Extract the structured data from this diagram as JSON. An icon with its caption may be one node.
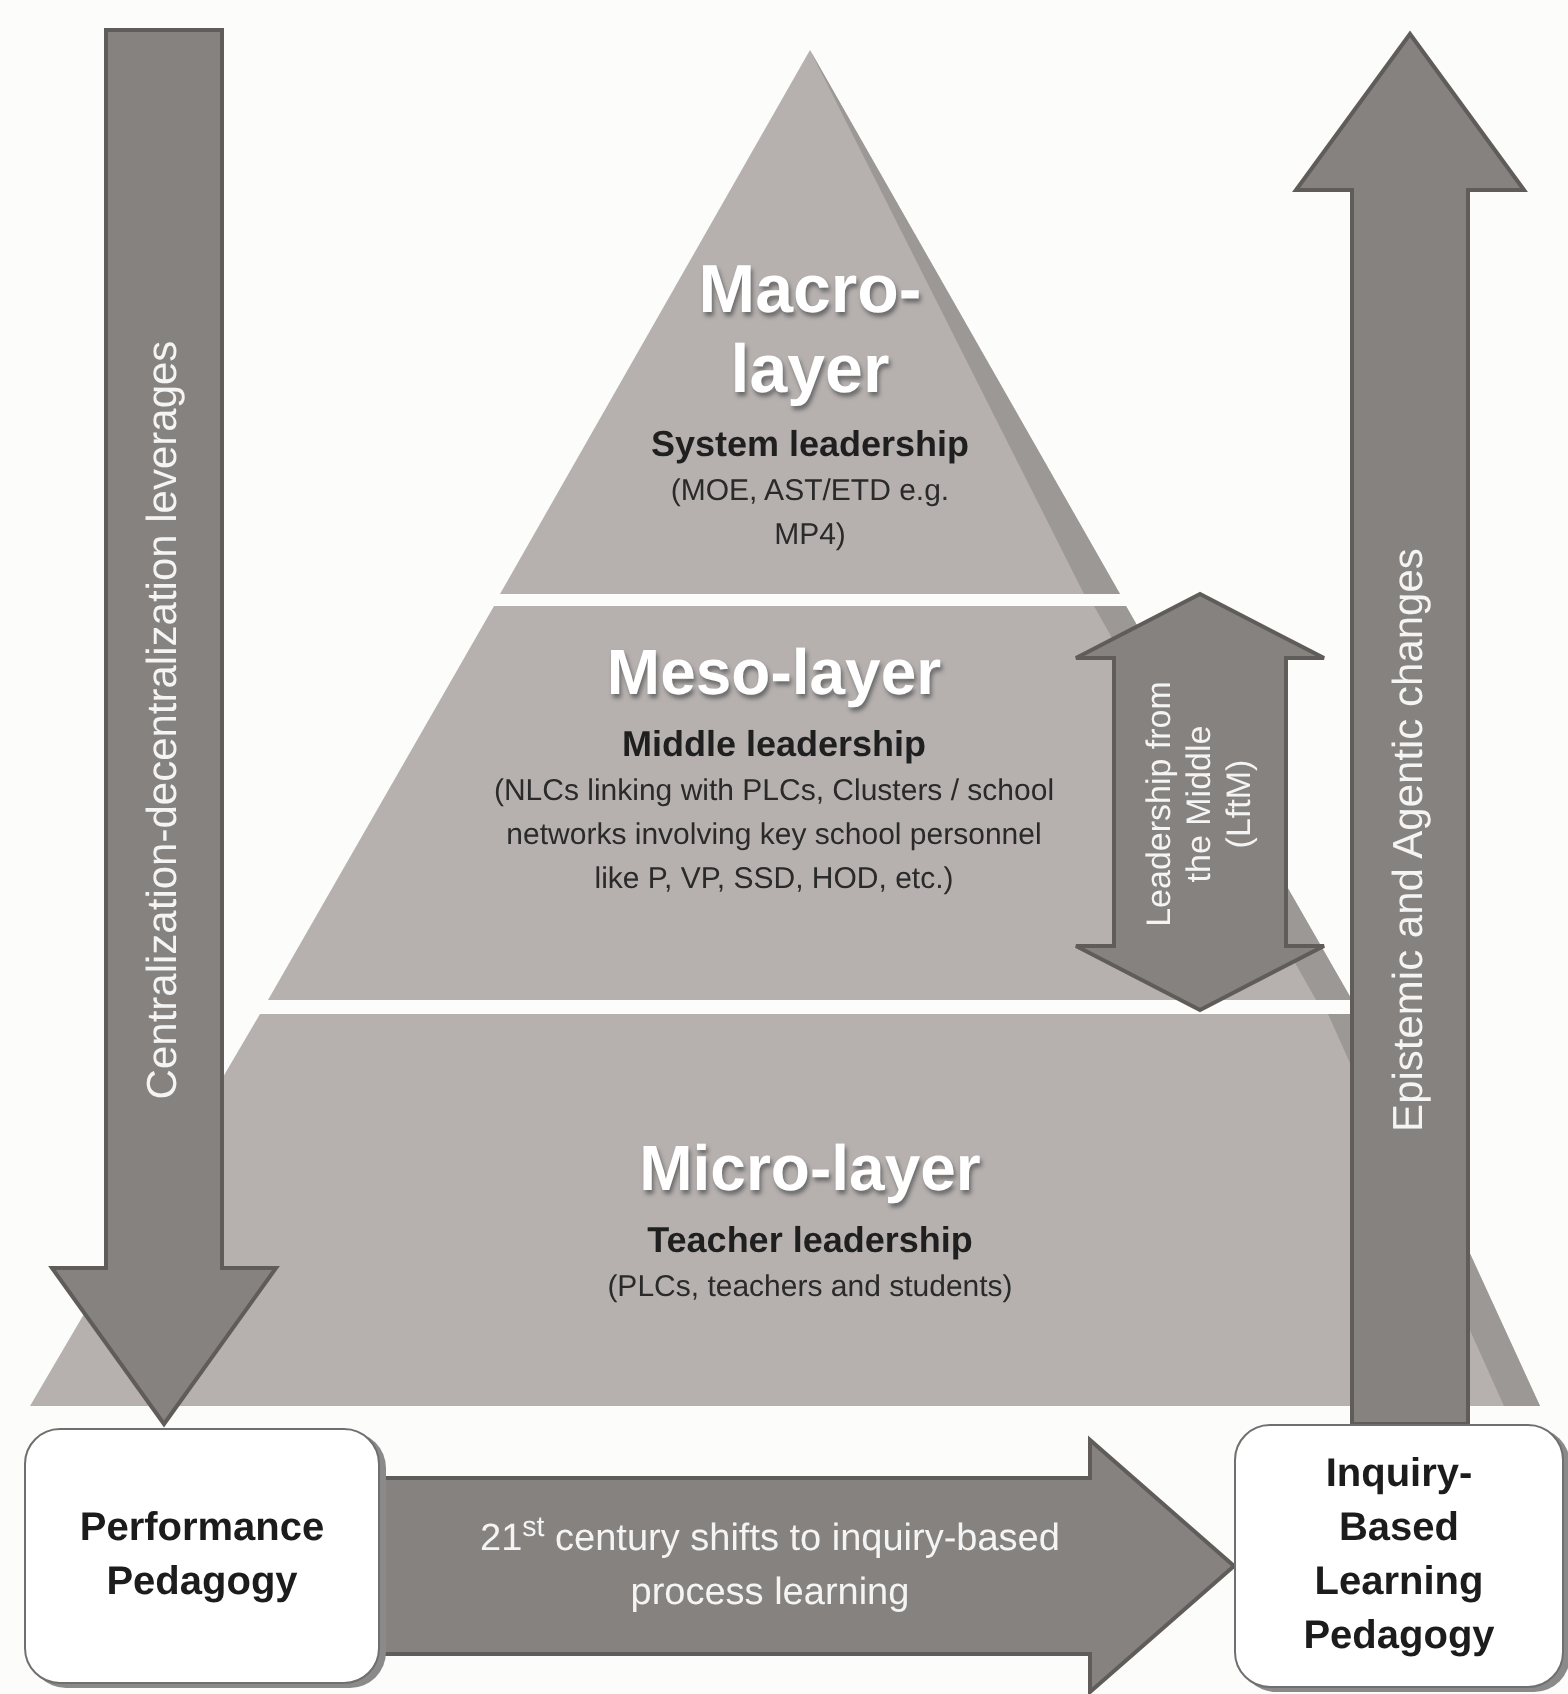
{
  "diagram": {
    "nodes": [
      {
        "text": [
          "Macro-layer",
          "System leadership",
          "(MOE, AST/ETD e.g. MP4)"
        ]
      },
      {
        "text": [
          "Meso-layer",
          "Middle leadership",
          "(NLCs linking with PLCs, Clusters / school networks involving key school personnel like P, VP, SSD, HOD, etc.)"
        ]
      },
      {
        "text": [
          "Micro-layer",
          "Teacher leadership",
          "(PLCs, teachers and students)"
        ]
      },
      {
        "text": [
          "Performance Pedagogy"
        ]
      },
      {
        "text": [
          "Inquiry-Based Learning Pedagogy"
        ]
      }
    ],
    "edges": [
      {
        "from": null,
        "to": 3,
        "arrow": "to",
        "style": "thick",
        "label": "Centralization-decentralization leverages"
      },
      {
        "from": 4,
        "to": null,
        "arrow": "to",
        "style": "thick",
        "label": "Epistemic and Agentic changes"
      },
      {
        "from": 3,
        "to": 4,
        "arrow": "to",
        "style": "thick",
        "label": "21$^{st}$ century shifts to inquiry-based process learning"
      },
      {
        "from": 0,
        "to": 2,
        "arrow": "both",
        "style": "thick",
        "label": "Leadership from the Middle (LftM)"
      }
    ]
  }
}
